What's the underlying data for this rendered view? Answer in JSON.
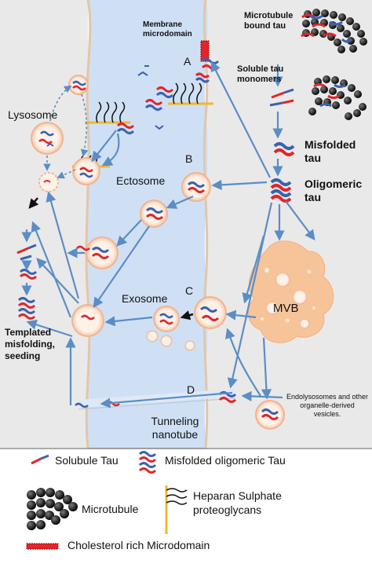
{
  "labels": {
    "membrane": "Membrane microdomain",
    "mt_bound": "Microtubule bound tau",
    "soluble_monomers": "Soluble tau monomers",
    "misfolded": "Misfolded tau",
    "oligomeric": "Oligomeric tau",
    "lysosome": "Lysosome",
    "ectosome": "Ectosome",
    "exosome": "Exosome",
    "mvb": "MVB",
    "templated": "Templated misfolding, seeding",
    "endolysosomes": "Endolysosomes and other organelle-derived vesicles.",
    "tunneling": "Tunneling nanotube",
    "step_a": "A",
    "step_b": "B",
    "step_c": "C",
    "step_d": "D"
  },
  "legend": {
    "soluble_tau": "Solubule Tau",
    "misfolded_oligomeric": "Misfolded oligomeric Tau",
    "microtubule": "Microtubule",
    "heparan": "Heparan Sulphate proteoglycans",
    "cholesterol": "Cholesterol rich Microdomain"
  },
  "colors": {
    "extracellular": "#cfe0f5",
    "cell": "#e9e9e9",
    "arrow": "#5b8dc6",
    "vesicle_fill": "#fbe2d0",
    "vesicle_edge": "#f2b48f",
    "mvb_fill": "#f7c49a",
    "tau_red": "#e0262a",
    "tau_blue": "#3a62b0",
    "heparan_gold": "#f2b630",
    "microtubule": "#1b1b1b"
  }
}
